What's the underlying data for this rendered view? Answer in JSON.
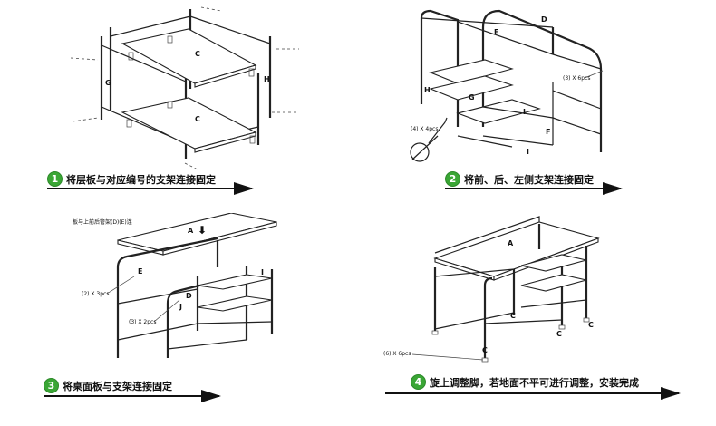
{
  "steps": [
    {
      "num": "1",
      "text": "将层板与对应编号的支架连接固定"
    },
    {
      "num": "2",
      "text": "将前、后、左侧支架连接固定"
    },
    {
      "num": "3",
      "text": "将桌面板与支架连接固定"
    },
    {
      "num": "4",
      "text": "旋上调整脚，若地面不平可进行调整，安装完成"
    }
  ],
  "panel1": {
    "labels": {
      "c_top": "C",
      "c_bottom": "C",
      "g": "G",
      "h": "H"
    }
  },
  "panel2": {
    "labels": {
      "d": "D",
      "e": "E",
      "h": "H",
      "f": "F",
      "g": "G",
      "i1": "I",
      "i2": "I"
    },
    "notes": {
      "qty_top": "(3) X 6pcs",
      "qty_screw": "(4) X 4pcs"
    }
  },
  "panel3": {
    "labels": {
      "a": "A",
      "e": "E",
      "d": "D",
      "i": "I",
      "j": "J"
    },
    "notes": {
      "header": "板与上前后管架(D)(E)连",
      "qty_a": "(2) X 3pcs",
      "qty_b": "(3) X 2pcs"
    }
  },
  "panel4": {
    "labels": {
      "a": "A",
      "c1": "C",
      "c2": "C",
      "c3": "C",
      "c4": "C"
    },
    "notes": {
      "qty_feet": "(6) X 6pcs"
    }
  }
}
